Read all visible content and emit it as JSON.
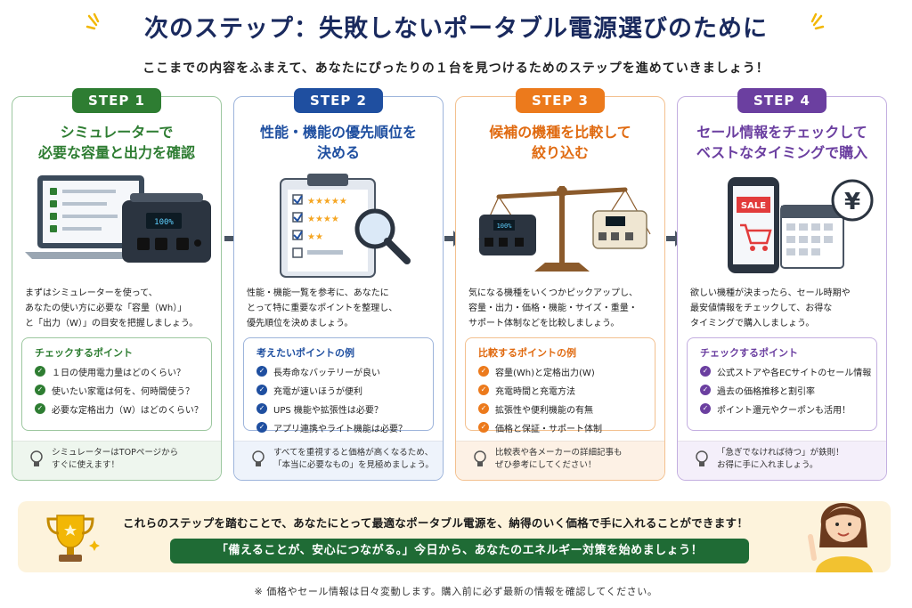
{
  "title": "次のステップ：失敗しないポータブル電源選びのために",
  "subtitle": "ここまでの内容をふまえて、あなたにぴったりの１台を見つけるためのステップを進めていきましょう！",
  "colors": {
    "step1": "#2e7d32",
    "step2": "#1f4fa0",
    "step3": "#ec7a1c",
    "step4": "#6b3fa0"
  },
  "steps": [
    {
      "label": "STEP 1",
      "title_line1": "シミュレーターで",
      "title_line2": "必要な容量と出力を確認",
      "desc": [
        "まずはシミュレーターを使って、",
        "あなたの使い方に必要な「容量（Wh）」",
        "と「出力（W）」の目安を把握しましょう。"
      ],
      "check_title": "チェックするポイント",
      "checks": [
        "１日の使用電力量はどのくらい？",
        "使いたい家電は何を、何時間使う？",
        "必要な定格出力（W）はどのくらい？"
      ],
      "tip": [
        "シミュレーターはTOPページから",
        "すぐに使えます！"
      ],
      "screen_text": "100%"
    },
    {
      "label": "STEP 2",
      "title_line1": "性能・機能の優先順位を",
      "title_line2": "決める",
      "desc": [
        "性能・機能一覧を参考に、あなたに",
        "とって特に重要なポイントを整理し、",
        "優先順位を決めましょう。"
      ],
      "check_title": "考えたいポイントの例",
      "checks": [
        "長寿命なバッテリーが良い",
        "充電が速いほうが便利",
        "UPS 機能や拡張性は必要？",
        "アプリ連携やライト機能は必要？"
      ],
      "tip": [
        "すべてを重視すると価格が高くなるため、",
        "「本当に必要なもの」を見極めましょう。"
      ]
    },
    {
      "label": "STEP 3",
      "title_line1": "候補の機種を比較して",
      "title_line2": "絞り込む",
      "desc": [
        "気になる機種をいくつかピックアップし、",
        "容量・出力・価格・機能・サイズ・重量・",
        "サポート体制などを比較しましょう。"
      ],
      "check_title": "比較するポイントの例",
      "checks": [
        "容量(Wh)と定格出力(W)",
        "充電時間と充電方法",
        "拡張性や便利機能の有無",
        "価格と保証・サポート体制"
      ],
      "tip": [
        "比較表や各メーカーの詳細記事も",
        "ぜひ参考にしてください！"
      ],
      "screen_text": "100%"
    },
    {
      "label": "STEP 4",
      "title_line1": "セール情報をチェックして",
      "title_line2": "ベストなタイミングで購入",
      "desc": [
        "欲しい機種が決まったら、セール時期や",
        "最安値情報をチェックして、お得な",
        "タイミングで購入しましょう。"
      ],
      "check_title": "チェックするポイント",
      "checks": [
        "公式ストアや各ECサイトのセール情報",
        "過去の価格推移と割引率",
        "ポイント還元やクーポンも活用！"
      ],
      "tip": [
        "「急ぎでなければ待つ」が鉄則！",
        "お得に手に入れましょう。"
      ],
      "sale_text": "SALE",
      "yen_text": "¥"
    }
  ],
  "bottom": {
    "text": "これらのステップを踏むことで、あなたにとって最適なポータブル電源を、納得のいく価格で手に入れることができます！",
    "banner": "「備えることが、安心につながる。」今日から、あなたのエネルギー対策を始めましょう！"
  },
  "footnote": "※ 価格やセール情報は日々変動します。購入前に必ず最新の情報を確認してください。"
}
